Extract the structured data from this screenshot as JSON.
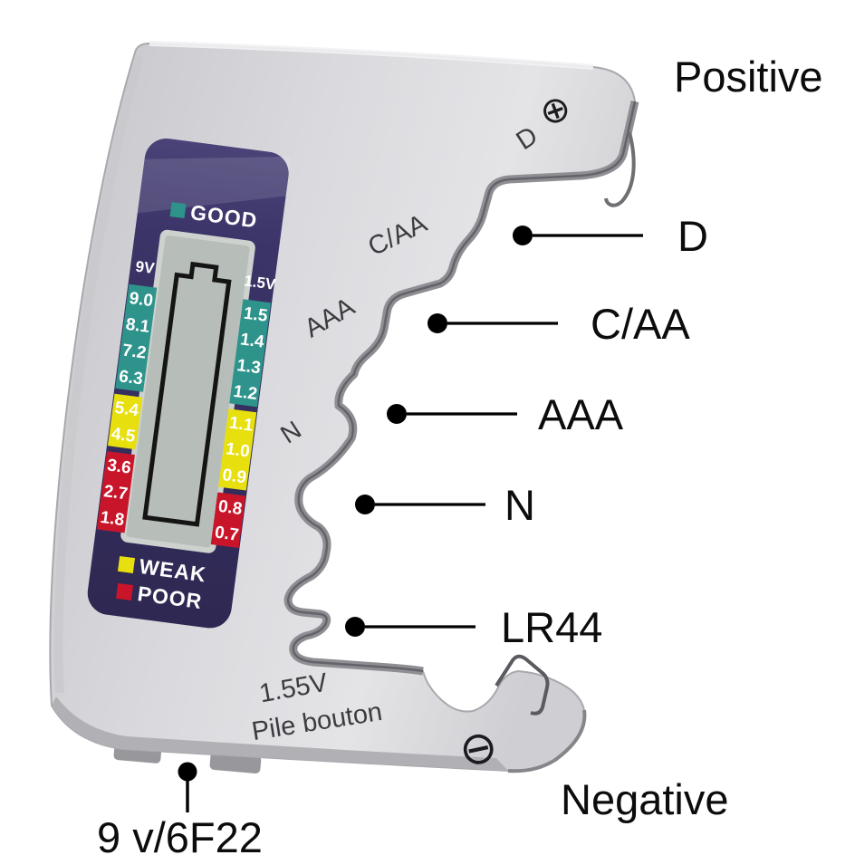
{
  "figure": {
    "background": "#ffffff",
    "ink": "#0c0c0c"
  },
  "device": {
    "name": "digital battery tester",
    "body_color": "#d6d6da",
    "display": {
      "panel_color": "#38315f",
      "lcd_color": "#b7beba",
      "status_good": "GOOD",
      "status_weak": "WEAK",
      "status_poor": "POOR",
      "colors": {
        "good": "#2e948b",
        "weak": "#e7df0e",
        "poor": "#c9152a"
      },
      "left_scale": {
        "header": "9V",
        "values": [
          "9.0",
          "8.1",
          "7.2",
          "6.3",
          "5.4",
          "4.5",
          "3.6",
          "2.7",
          "1.8"
        ]
      },
      "right_scale": {
        "header": "1.5V",
        "values": [
          "1.5",
          "1.4",
          "1.3",
          "1.2",
          "1.1",
          "1.0",
          "0.9",
          "0.8",
          "0.7"
        ]
      }
    },
    "slot_labels": {
      "d": "D",
      "c_aa": "C/AA",
      "aaa": "AAA",
      "n": "N"
    },
    "markings": {
      "voltage": "1.55V",
      "button_cell": "Pile bouton",
      "positive_symbol": "⊕",
      "negative_symbol": "⊖"
    }
  },
  "callouts": {
    "positive": "Positive",
    "negative": "Negative",
    "nine_volt": "9 v/6F22",
    "slot_d": "D",
    "slot_c_aa": "C/AA",
    "slot_aaa": "AAA",
    "slot_n": "N",
    "slot_lr44": "LR44"
  }
}
